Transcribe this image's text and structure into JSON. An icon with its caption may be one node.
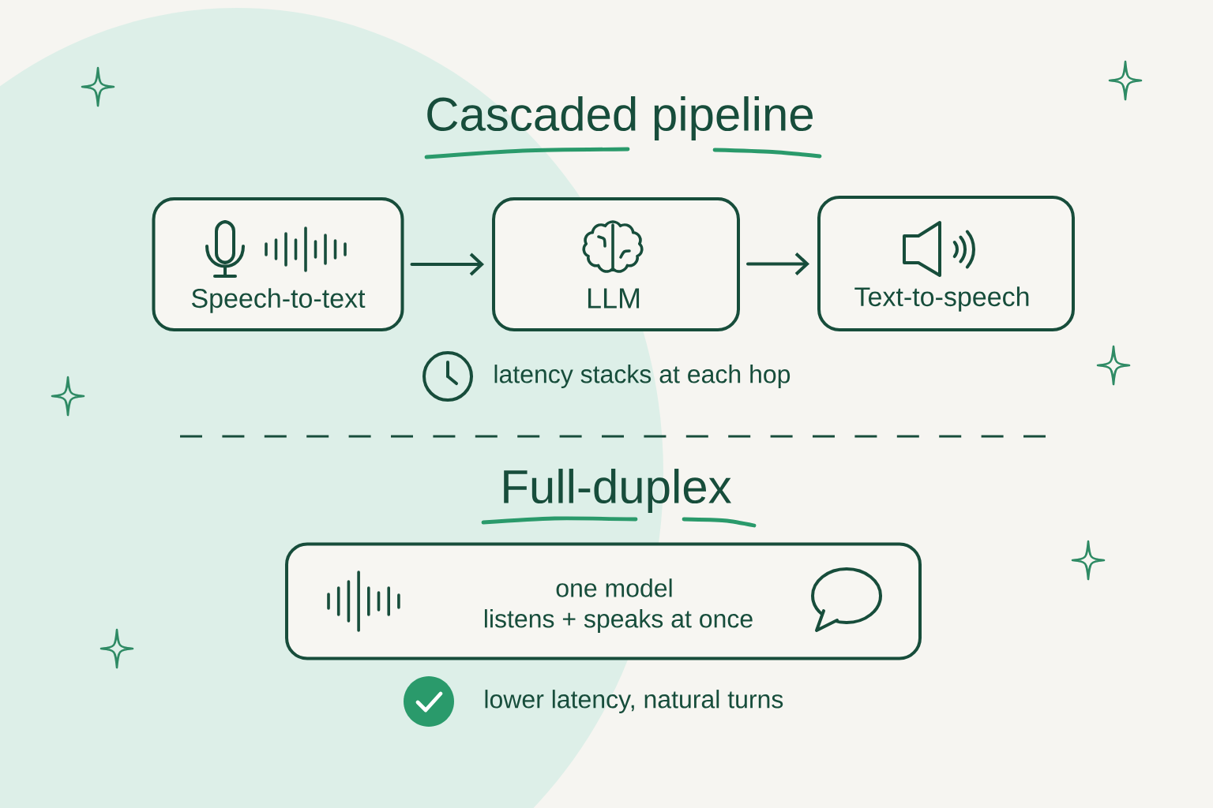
{
  "diagram": {
    "nodes": [
      {
        "text": [
          "Speech-to-text"
        ]
      },
      {
        "text": [
          "LLM"
        ]
      },
      {
        "text": [
          "Text-to-speech"
        ]
      },
      {
        "text": [
          "one model",
          "listens + speaks at once"
        ]
      }
    ],
    "edges": [
      {
        "from": 0,
        "to": 1,
        "arrow": "to"
      },
      {
        "from": 1,
        "to": 2,
        "arrow": "to"
      }
    ],
    "labels": [
      "Cascaded pipeline",
      "latency stacks at each hop",
      "Full-duplex",
      "lower latency, natural turns"
    ]
  }
}
